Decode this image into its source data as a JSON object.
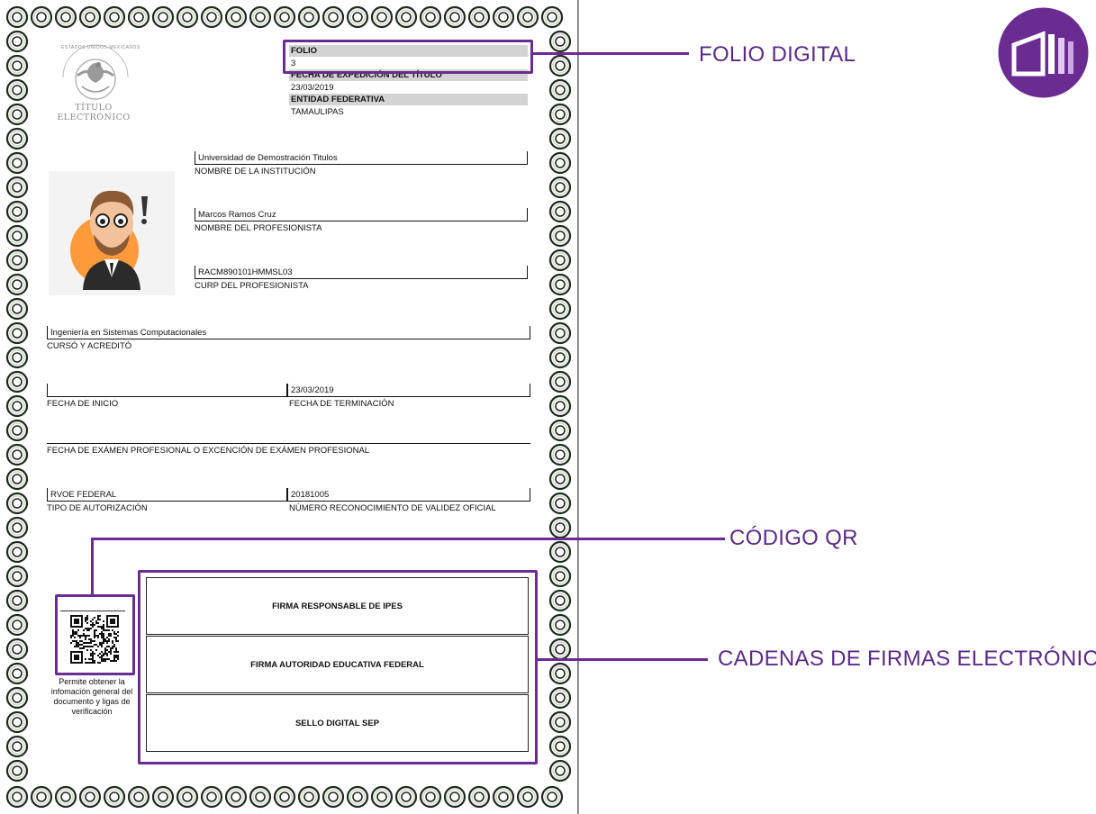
{
  "seal": {
    "header_text": "ESTADOS UNIDOS MEXICANOS",
    "title_line1": "TÍTULO",
    "title_line2": "ELECTRÓNICO"
  },
  "header": {
    "folio_label": "FOLIO",
    "folio_value": "3",
    "fecha_label": "FECHA DE EXPEDICIÓN DEL TÍTULO",
    "fecha_value": "23/03/2019",
    "entidad_label": "ENTIDAD FEDERATIVA",
    "entidad_value": "TAMAULIPAS"
  },
  "fields": {
    "institucion_value": "Universidad de Demostración Titulos",
    "institucion_label": "NOMBRE DE LA INSTITUCIÓN",
    "profesionista_value": "Marcos Ramos Cruz",
    "profesionista_label": "NOMBRE DEL PROFESIONISTA",
    "curp_value": "RACM890101HMMSL03",
    "curp_label": "CURP DEL PROFESIONISTA",
    "carrera_value": "Ingeniería en Sistemas Computacionales",
    "carrera_label": "CURSÓ Y ACREDITÓ",
    "inicio_value": "",
    "inicio_label": "FECHA DE INICIO",
    "termino_value": "23/03/2019",
    "termino_label": "FECHA DE TERMINACIÓN",
    "examen_value": "",
    "examen_label": "FECHA DE EXÁMEN PROFESIONAL O EXCENCIÓN DE EXÁMEN PROFESIONAL",
    "autorizacion_value": "RVOE FEDERAL",
    "autorizacion_label": "TIPO DE AUTORIZACIÓN",
    "rvoe_value": "20181005",
    "rvoe_label": "NÚMERO RECONOCIMIENTO DE VALIDEZ OFICIAL"
  },
  "qr": {
    "caption_lines": [
      "Permite obtener la",
      "infomación general del",
      "documento y ligas de",
      "verificación"
    ]
  },
  "signatures": [
    {
      "label": "FIRMA RESPONSABLE DE IPES"
    },
    {
      "label": "FIRMA AUTORIDAD EDUCATIVA FEDERAL"
    },
    {
      "label": "SELLO DIGITAL SEP"
    }
  ],
  "callouts": {
    "folio": "FOLIO DIGITAL",
    "qr": "CÓDIGO QR",
    "firmas": "CADENAS DE FIRMAS ELECTRÓNICAS"
  },
  "colors": {
    "accent": "#6a2c91",
    "border_dark": "#1e2a1e",
    "border_light": "#cfd8c8"
  }
}
